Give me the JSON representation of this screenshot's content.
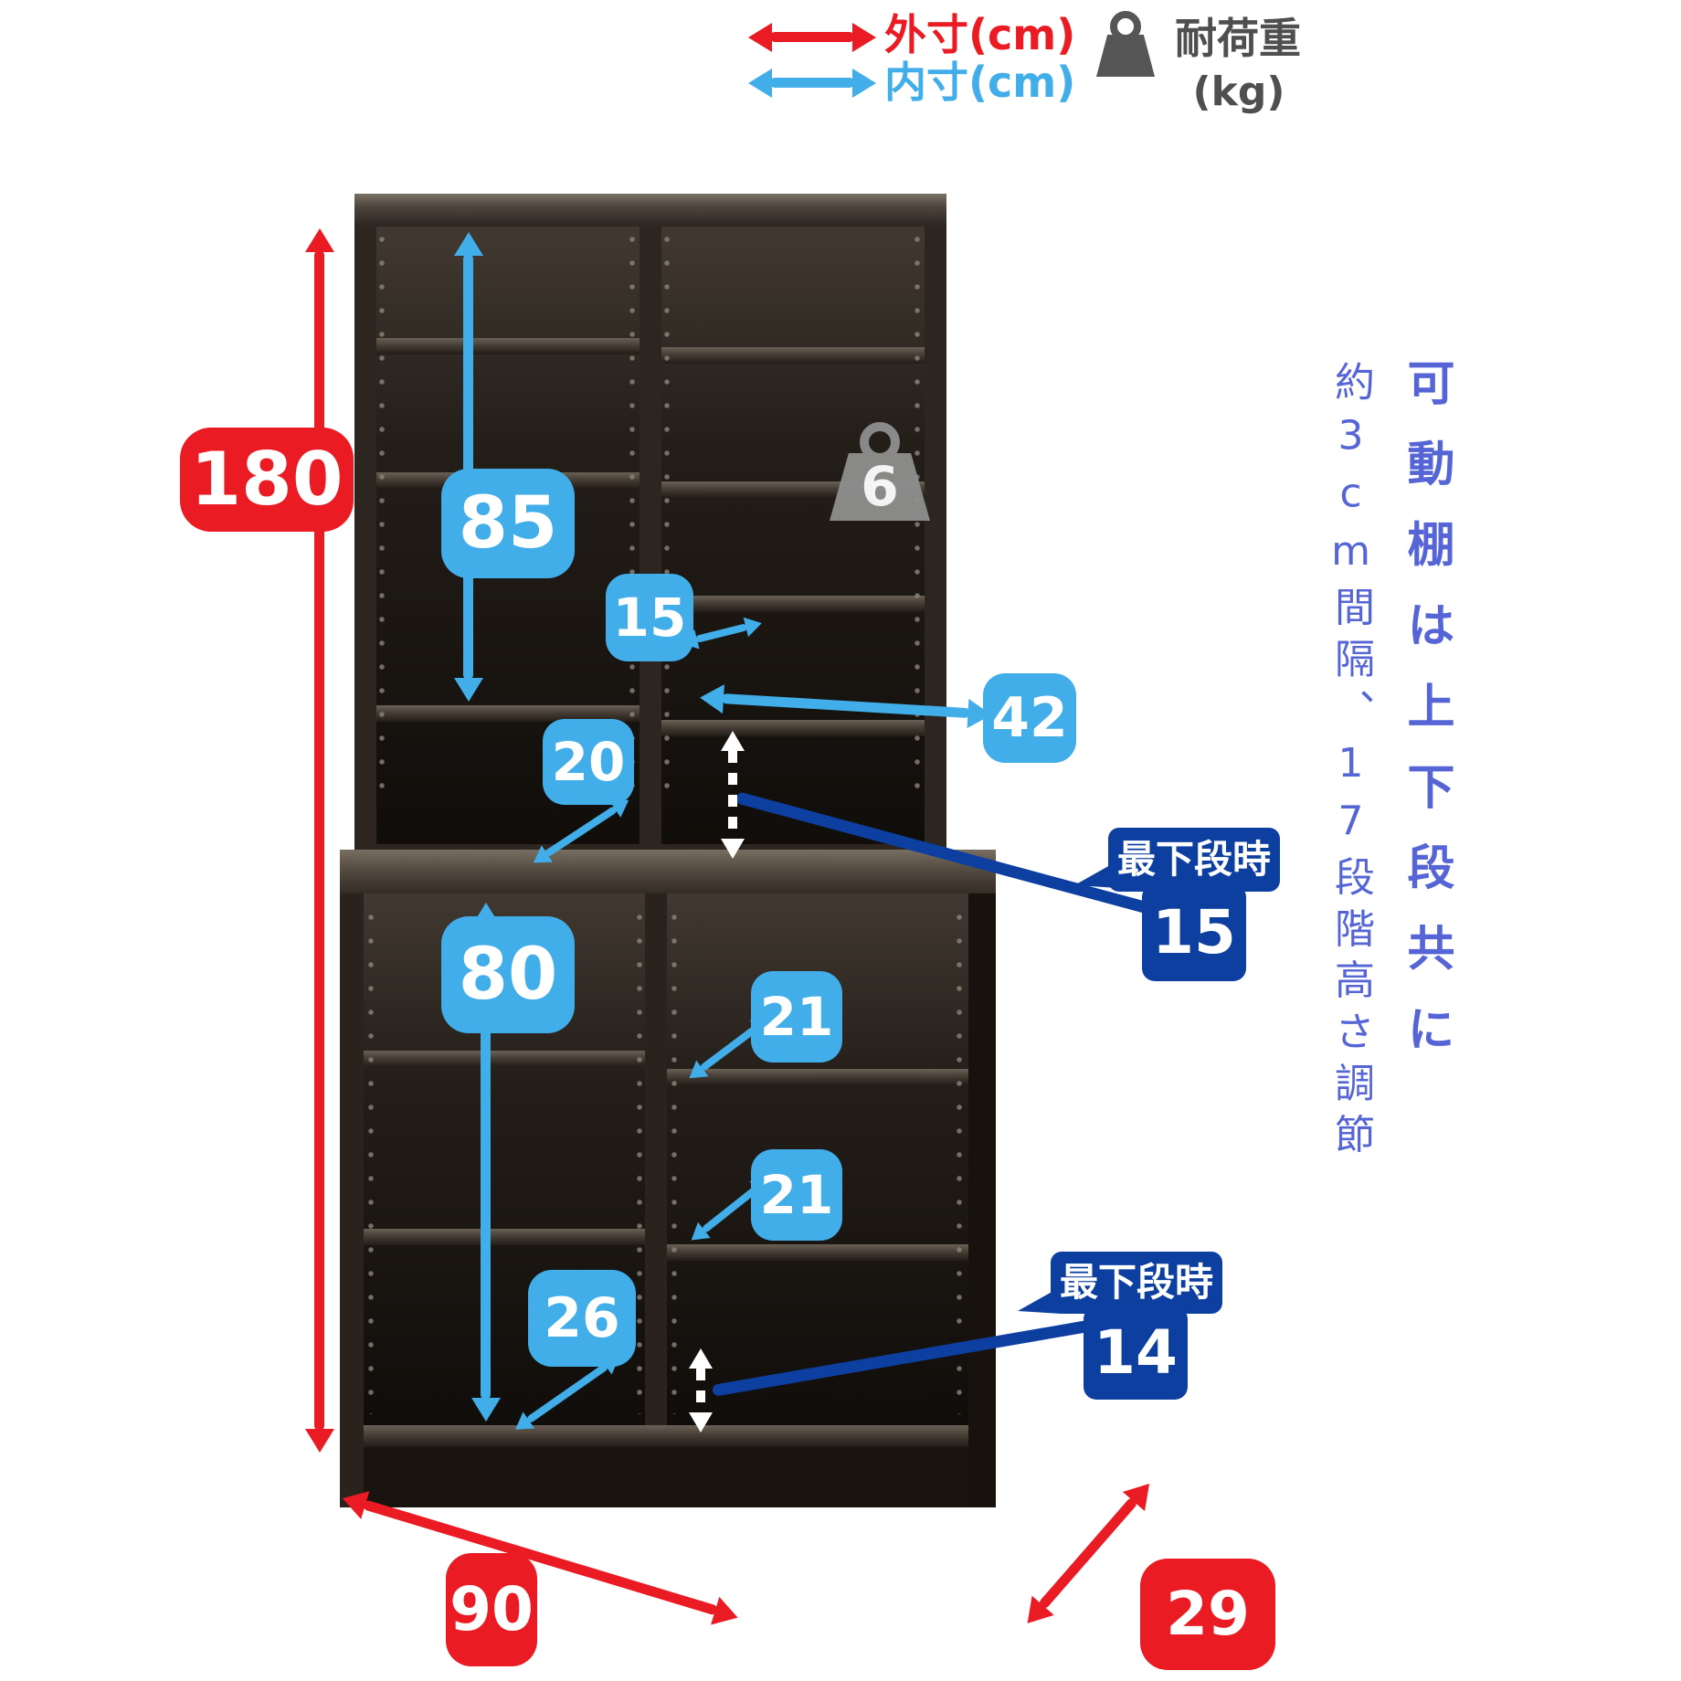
{
  "legend": {
    "outer": {
      "label": "外寸(cm)"
    },
    "inner": {
      "label": "内寸(cm)"
    },
    "load": {
      "label": "耐荷重",
      "unit": "(kg)"
    }
  },
  "dimensions": {
    "outer_height": "180",
    "outer_width": "90",
    "outer_depth": "29",
    "upper_inner_height": "85",
    "upper_shelf_gap": "15",
    "upper_inner_width": "42",
    "upper_inner_depth": "20",
    "lower_inner_height": "80",
    "lower_shelf_depth_a": "21",
    "lower_shelf_depth_b": "21",
    "lower_bottom_depth": "26"
  },
  "load": {
    "shelf_capacity": "6"
  },
  "callouts": {
    "upper_lowest": {
      "label": "最下段時",
      "value": "15"
    },
    "lower_lowest": {
      "label": "最下段時",
      "value": "14"
    }
  },
  "side_note": {
    "headline": "可動棚は上下段共に",
    "detail": "約3cm間隔、17段階高さ調節"
  },
  "colors": {
    "outer_red": "#ea1b22",
    "inner_blue": "#41ade9",
    "callout_dark_blue": "#0d3fa0",
    "note_blue": "#5565d6",
    "icon_gray": "#565656",
    "cabinet_dark": "#29221d"
  }
}
